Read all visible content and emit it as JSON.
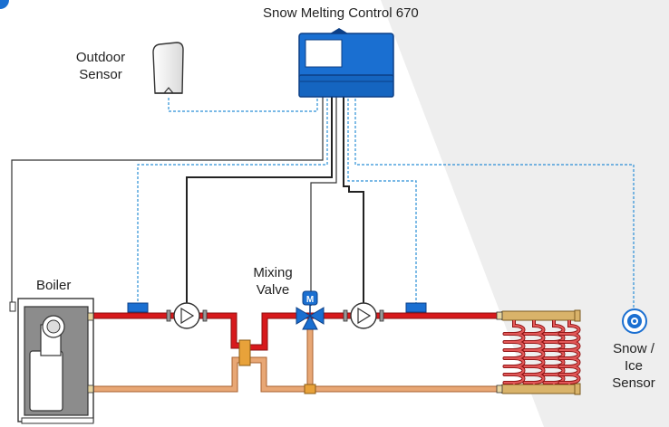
{
  "title": "Snow Melting Control 670",
  "labels": {
    "outdoor_sensor_line1": "Outdoor",
    "outdoor_sensor_line2": "Sensor",
    "boiler": "Boiler",
    "mixing_valve_line1": "Mixing",
    "mixing_valve_line2": "Valve",
    "valve_motor_mark": "M",
    "snow_sensor_line1": "Snow /",
    "snow_sensor_line2": "Ice",
    "snow_sensor_line3": "Sensor"
  },
  "colors": {
    "supply_pipe": "#d7191c",
    "return_pipe": "#e8a775",
    "control_housing": "#1a6fd1",
    "sensor_wire": "#2b8fd6",
    "power_wire": "#222222",
    "background_panel": "#eeeeee"
  },
  "icons": [
    "circulator-pump-icon",
    "mixing-valve-icon",
    "temperature-sensor-icon",
    "snow-ice-sensor-icon",
    "radiant-coil-icon"
  ]
}
